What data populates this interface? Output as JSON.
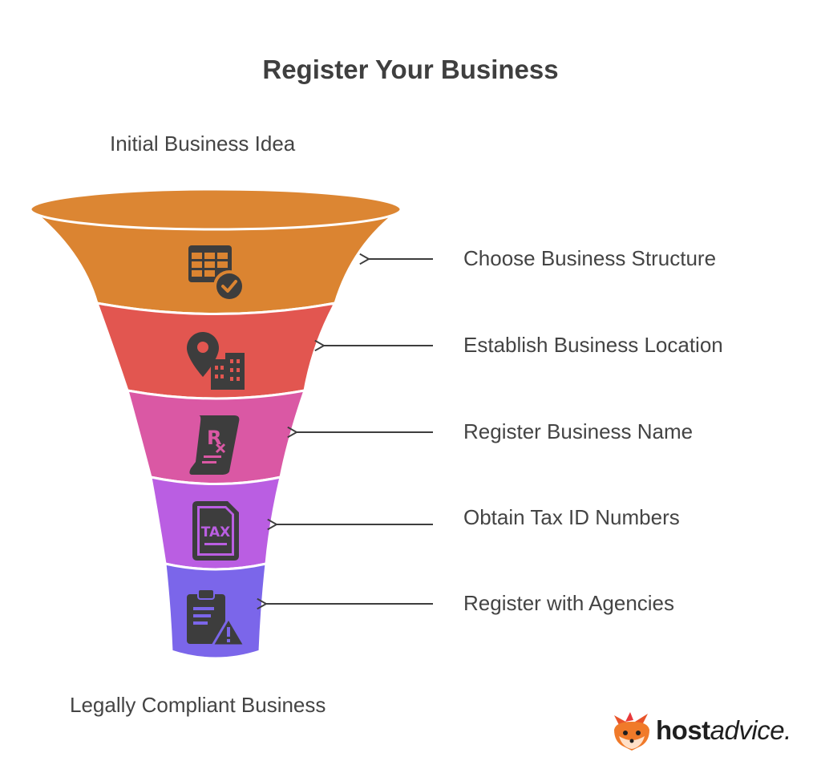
{
  "title": "Register Your Business",
  "top_label": "Initial Business Idea",
  "bottom_label": "Legally Compliant Business",
  "steps": [
    {
      "label": "Choose Business Structure",
      "icon": "table-check-icon",
      "color": "#db8431"
    },
    {
      "label": "Establish Business Location",
      "icon": "location-building-icon",
      "color": "#e25650"
    },
    {
      "label": "Register Business Name",
      "icon": "prescription-document-icon",
      "color": "#da58a4"
    },
    {
      "label": "Obtain Tax ID Numbers",
      "icon": "tax-document-icon",
      "color": "#ba5ee2"
    },
    {
      "label": "Register with Agencies",
      "icon": "clipboard-warning-icon",
      "color": "#7b66ea"
    }
  ],
  "icon_color": "#3d3d3d",
  "brand": {
    "bold": "host",
    "rest": "advice."
  }
}
